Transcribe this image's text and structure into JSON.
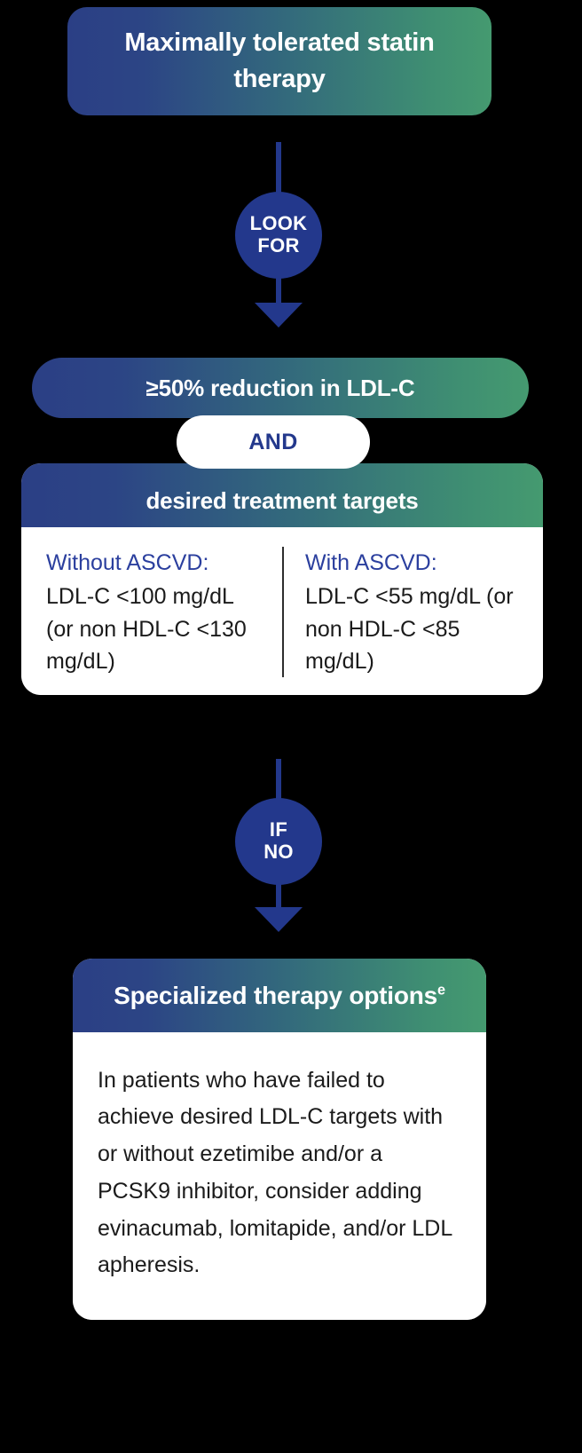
{
  "diagram": {
    "title": "LDL-C treatment escalation flowchart",
    "colors": {
      "gradient_start": "#2b3f85",
      "gradient_end": "#459a70",
      "accent_navy": "#23388c",
      "label_blue": "#2b3f9e",
      "body_text": "#1b1b1b",
      "surface": "#ffffff",
      "background": "#000000"
    },
    "nodes": {
      "start": {
        "label": "Maximally tolerated statin therapy"
      },
      "connector_look_for": {
        "line1": "LOOK",
        "line2": "FOR"
      },
      "criteria": {
        "reduction": "≥50% reduction in LDL-C",
        "conjunction": "AND",
        "targets_header": "desired treatment targets",
        "columns": [
          {
            "label": "Without ASCVD:",
            "value": "LDL-C <100 mg/dL (or non HDL-C <130 mg/dL)"
          },
          {
            "label": "With ASCVD:",
            "value": "LDL-C <55 mg/dL (or non HDL-C <85 mg/dL)"
          }
        ]
      },
      "connector_if_no": {
        "line1": "IF",
        "line2": "NO"
      },
      "specialized": {
        "header": "Specialized therapy options",
        "header_superscript": "e",
        "body": "In patients who have failed to achieve desired LDL-C targets with or without ezetimibe and/or a PCSK9 inhibitor, consider adding evinacumab, lomitapide, and/or LDL apheresis."
      }
    }
  }
}
